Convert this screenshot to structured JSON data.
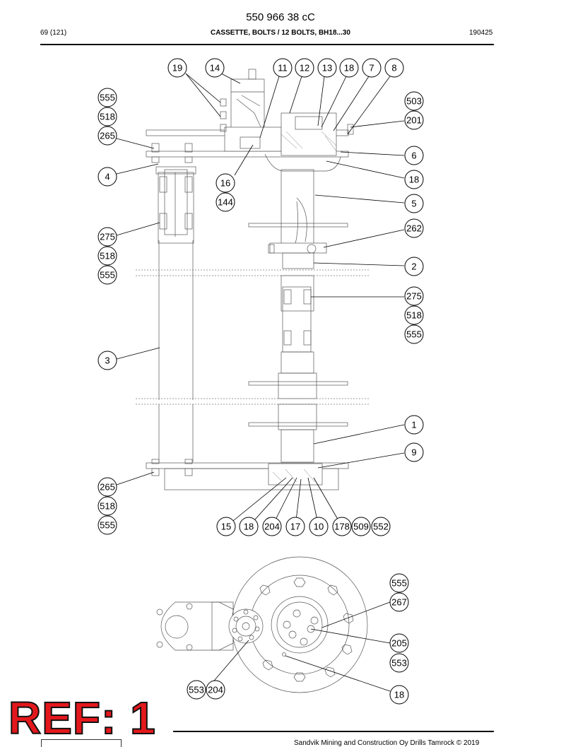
{
  "header": {
    "part_number": "550 966 38 cC",
    "page_label": "69 (121)",
    "title": "CASSETTE, BOLTS / 12 BOLTS, BH18...30",
    "date_code": "190425"
  },
  "footer": {
    "copyright": "Sandvik Mining and Construction Oy Drills Tamrock © 2019",
    "ref_label": "REF: 1"
  },
  "callouts_upper": [
    "19",
    "14",
    "11",
    "12",
    "13",
    "18",
    "7",
    "8",
    "555",
    "518",
    "265",
    "503",
    "201",
    "6",
    "4",
    "18",
    "16",
    "144",
    "5",
    "262",
    "275",
    "518",
    "555",
    "2",
    "275",
    "518",
    "555",
    "3",
    "1",
    "9",
    "265",
    "518",
    "555",
    "15",
    "18",
    "204",
    "17",
    "10",
    "178",
    "509",
    "552"
  ],
  "callouts_lower": [
    "555",
    "267",
    "205",
    "553",
    "553",
    "204",
    "18"
  ]
}
